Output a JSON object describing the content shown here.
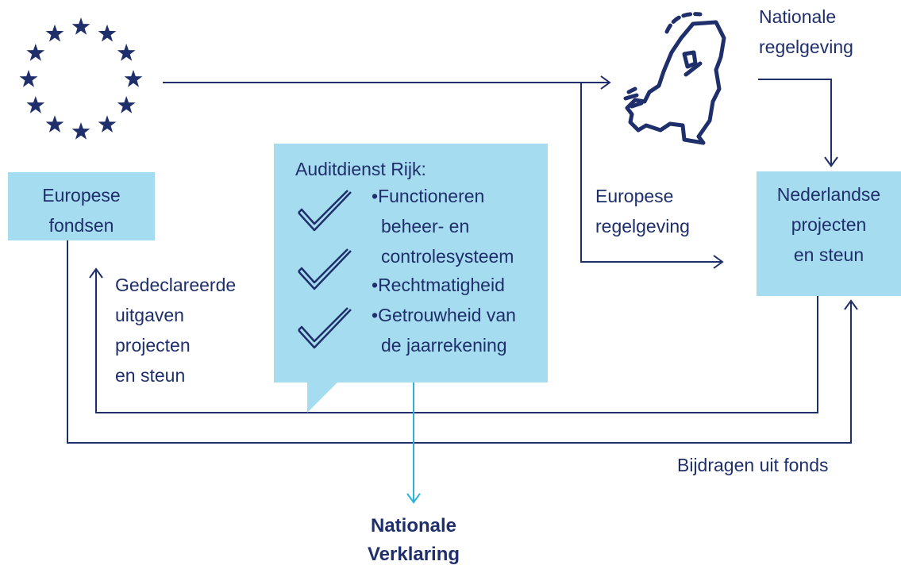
{
  "eu_fondsen": {
    "line1": "Europese",
    "line2": "fondsen"
  },
  "nationale_regelgeving": {
    "line1": "Nationale",
    "line2": "regelgeving"
  },
  "europese_regelgeving": {
    "line1": "Europese",
    "line2": "regelgeving"
  },
  "nederlandse_projecten": {
    "line1": "Nederlandse",
    "line2": "projecten",
    "line3": "en steun"
  },
  "gedeclareerde": {
    "line1": "Gedeclareerde",
    "line2": "uitgaven",
    "line3": "projecten",
    "line4": "en steun"
  },
  "bijdragen": "Bijdragen uit fonds",
  "audit": {
    "title": "Auditdienst Rijk:",
    "items": [
      {
        "bullet": "•",
        "lines": [
          "Functioneren",
          "beheer- en",
          "controlesysteem"
        ]
      },
      {
        "bullet": "•",
        "lines": [
          "Rechtmatigheid"
        ]
      },
      {
        "bullet": "•",
        "lines": [
          "Getrouwheid van",
          "de jaarrekening"
        ]
      }
    ]
  },
  "nationale_verklaring": {
    "line1": "Nationale",
    "line2": "Verklaring"
  },
  "colors": {
    "navy": "#1f2f6b",
    "box": "#a6dcef",
    "cyan": "#2bb3d9"
  },
  "icons": {
    "eu_flag": "eu-stars-icon",
    "netherlands_map": "netherlands-map-icon",
    "check": "check-icon"
  }
}
